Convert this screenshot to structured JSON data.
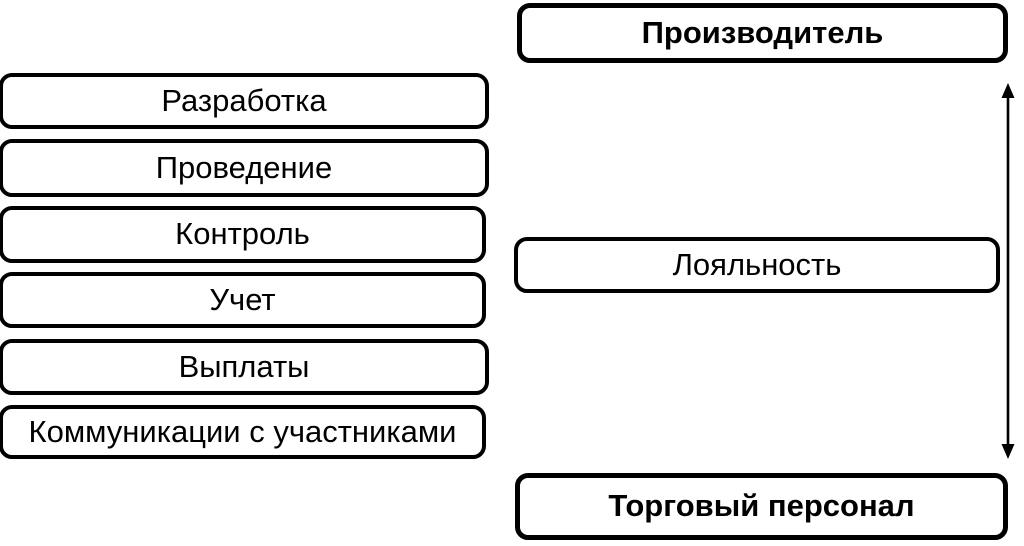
{
  "diagram": {
    "left_column": {
      "boxes": [
        {
          "label": "Разработка"
        },
        {
          "label": "Проведение"
        },
        {
          "label": "Контроль"
        },
        {
          "label": "Учет"
        },
        {
          "label": "Выплаты"
        },
        {
          "label": "Коммуникации с участниками"
        }
      ]
    },
    "right_column": {
      "top_box": {
        "label": "Производитель"
      },
      "middle_box": {
        "label": "Лояльность"
      },
      "bottom_box": {
        "label": "Торговый персонал"
      },
      "arrow": {
        "type": "vertical-double-headed"
      }
    },
    "colors": {
      "border": "#000000",
      "fill": "#ffffff",
      "text": "#000000"
    }
  }
}
